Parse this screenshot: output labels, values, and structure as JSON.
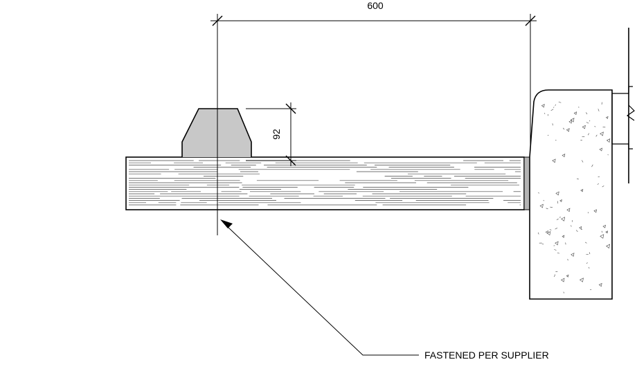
{
  "dimensions": {
    "horizontal": "600",
    "vertical": "92"
  },
  "callout": {
    "text": "FASTENED PER SUPPLIER"
  },
  "colors": {
    "line": "#000000",
    "wheel_stop_fill": "#c8c8c8",
    "joint_fill": "#b4b4b4",
    "hatch": "#444444",
    "background": "#ffffff"
  }
}
